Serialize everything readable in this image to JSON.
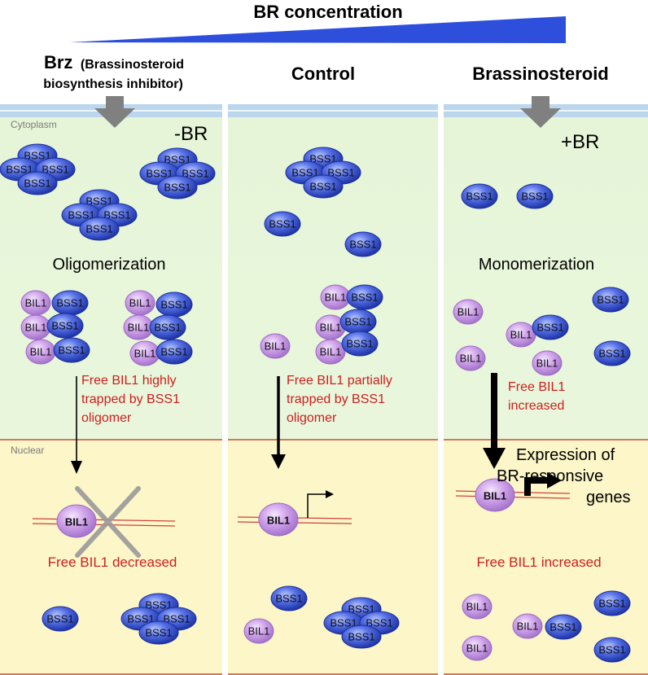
{
  "header": {
    "title": "BR concentration"
  },
  "panels": [
    {
      "title_bold": "Brz",
      "title_rest": "(Brassinosteroid",
      "title_line2": "biosynthesis inhibitor)",
      "br_label": "-BR",
      "cytoplasm_label": "Cytoplasm",
      "state_label": "Oligomerization",
      "trap_text": [
        "Free BIL1 highly",
        "trapped by BSS1",
        "oligomer"
      ],
      "nuclear_label": "Nuclear",
      "nuclear_status": "Free BIL1 decreased"
    },
    {
      "title": "Control",
      "trap_text": [
        "Free BIL1 partially",
        "trapped by BSS1",
        "oligomer"
      ]
    },
    {
      "title": "Brassinosteroid",
      "br_label": "+BR",
      "state_label": "Monomerization",
      "trap_text": [
        "Free BIL1",
        "increased"
      ],
      "expression_text": [
        "Expression of",
        "BR-responsive",
        "genes"
      ],
      "nuclear_status": "Free BIL1 increased"
    }
  ],
  "molecules": {
    "bss1": "BSS1",
    "bil1": "BIL1"
  },
  "colors": {
    "cytoplasm": "#e4f3d6",
    "nucleus": "#fcf6c8",
    "membrane": "#bcd6ee",
    "nuclear_membrane": "#c0503a",
    "bss1": "#3c56cf",
    "bil1": "#c490e0",
    "red_text": "#cc1f1f",
    "triangle": "#2d4fdc",
    "arrow_grey": "#808080"
  }
}
